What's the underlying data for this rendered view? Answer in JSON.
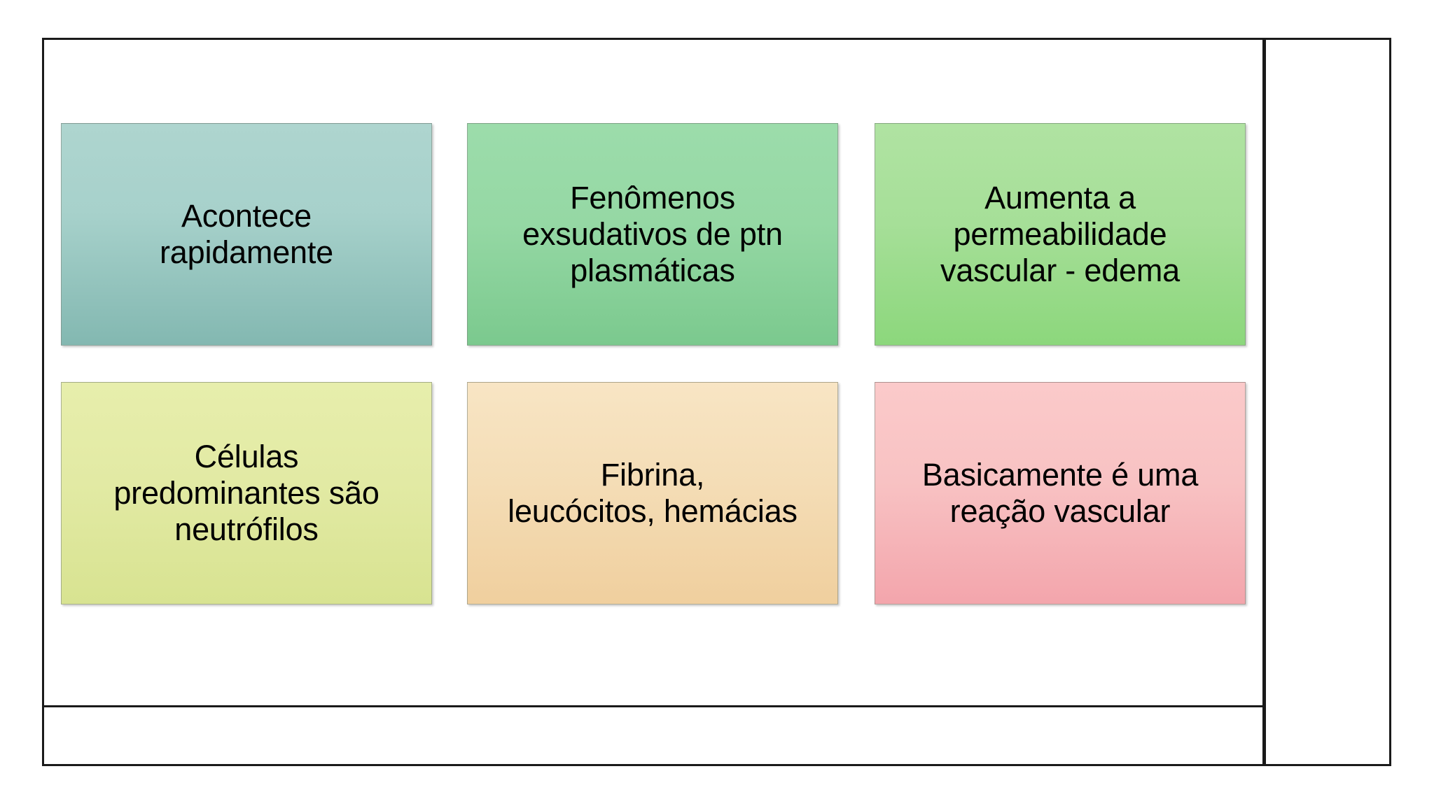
{
  "slide": {
    "background_color": "#ffffff",
    "frame_border_color": "#1a1a1a",
    "text_color": "#000000"
  },
  "panels": {
    "left_content_panel_label": "content-frame",
    "right_side_panel_label": "side-frame",
    "bottom_strip_label": "footer-strip"
  },
  "cards": [
    {
      "id": "card-acontece-rapidamente",
      "text": "Acontece\nrapidamente",
      "color_top": "#aed5cf",
      "color_bottom": "#83b8b1",
      "row": 0,
      "col": 0
    },
    {
      "id": "card-fenomenos-exsudativos",
      "text": "Fenômenos\nexsudativos de ptn\nplasmáticas",
      "color_top": "#9cdcab",
      "color_bottom": "#7bc98e",
      "row": 0,
      "col": 1
    },
    {
      "id": "card-permeabilidade-vascular",
      "text": "Aumenta a\npermeabilidade\nvascular - edema",
      "color_top": "#b0e3a2",
      "color_bottom": "#8cd77c",
      "row": 0,
      "col": 2
    },
    {
      "id": "card-celulas-neutrofilos",
      "text": "Células\npredominantes são\nneutrófilos",
      "color_top": "#e7eeac",
      "color_bottom": "#d8e391",
      "row": 1,
      "col": 0
    },
    {
      "id": "card-fibrina-leucocitos",
      "text": "Fibrina,\nleucócitos, hemácias",
      "color_top": "#f8e5c4",
      "color_bottom": "#f0cf9e",
      "row": 1,
      "col": 1
    },
    {
      "id": "card-reacao-vascular",
      "text": "Basicamente é uma\nreação vascular",
      "color_top": "#fbcaca",
      "color_bottom": "#f3a5ac",
      "row": 1,
      "col": 2
    }
  ]
}
